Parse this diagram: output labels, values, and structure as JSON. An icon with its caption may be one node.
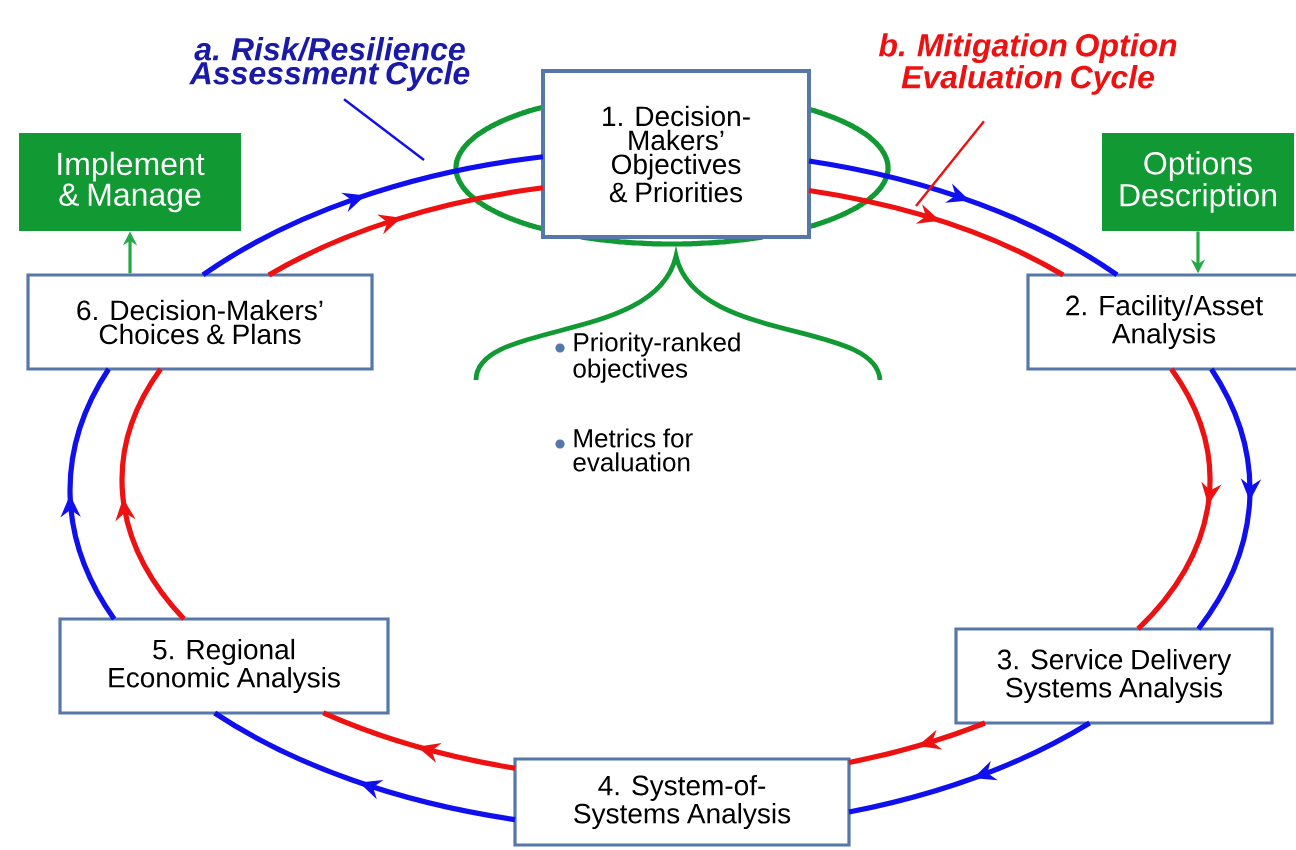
{
  "diagram": {
    "nodes": [
      {
        "text": [
          "1. Decision-Makers’ Objectives & Priorities"
        ]
      },
      {
        "text": [
          "2. Facility/Asset Analysis"
        ]
      },
      {
        "text": [
          "3. Service Delivery Systems Analysis"
        ]
      },
      {
        "text": [
          "4. System-of- Systems Analysis"
        ]
      },
      {
        "text": [
          "5. Regional Economic Analysis"
        ]
      },
      {
        "text": [
          "6. Decision-Makers’ Choices & Plans"
        ]
      },
      {
        "text": [
          "Implement & Manage"
        ]
      },
      {
        "text": [
          "Options Description"
        ]
      },
      {
        "text": [
          "a. Risk/Resilience Assessment Cycle"
        ]
      },
      {
        "text": [
          "b. Mitigation Option Evaluation Cycle"
        ]
      }
    ],
    "edges": [
      {
        "from": 0,
        "to": 1,
        "arrow": "to",
        "color": "#1010ee"
      },
      {
        "from": 1,
        "to": 2,
        "arrow": "to",
        "color": "#1010ee"
      },
      {
        "from": 2,
        "to": 3,
        "arrow": "to",
        "color": "#1010ee"
      },
      {
        "from": 3,
        "to": 4,
        "arrow": "to",
        "color": "#1010ee"
      },
      {
        "from": 4,
        "to": 5,
        "arrow": "to",
        "color": "#1010ee"
      },
      {
        "from": 5,
        "to": 0,
        "arrow": "to",
        "color": "#1010ee"
      },
      {
        "from": 0,
        "to": 1,
        "arrow": "to",
        "color": "#ee1111"
      },
      {
        "from": 1,
        "to": 2,
        "arrow": "to",
        "color": "#ee1111"
      },
      {
        "from": 2,
        "to": 3,
        "arrow": "to",
        "color": "#ee1111"
      },
      {
        "from": 3,
        "to": 4,
        "arrow": "to",
        "color": "#ee1111"
      },
      {
        "from": 4,
        "to": 5,
        "arrow": "to",
        "color": "#ee1111"
      },
      {
        "from": 5,
        "to": 0,
        "arrow": "to",
        "color": "#ee1111"
      },
      {
        "from": 5,
        "to": 6,
        "arrow": "to",
        "color": "#22aa44"
      },
      {
        "from": 7,
        "to": 1,
        "arrow": "to",
        "color": "#22aa44"
      },
      {
        "from": 8,
        "to": null,
        "arrow": "none",
        "color": "#1010ee"
      },
      {
        "from": 9,
        "to": null,
        "arrow": "none",
        "color": "#ee1111"
      }
    ],
    "labels": [
      "Priority-ranked objectives",
      "Metrics for evaluation"
    ]
  }
}
